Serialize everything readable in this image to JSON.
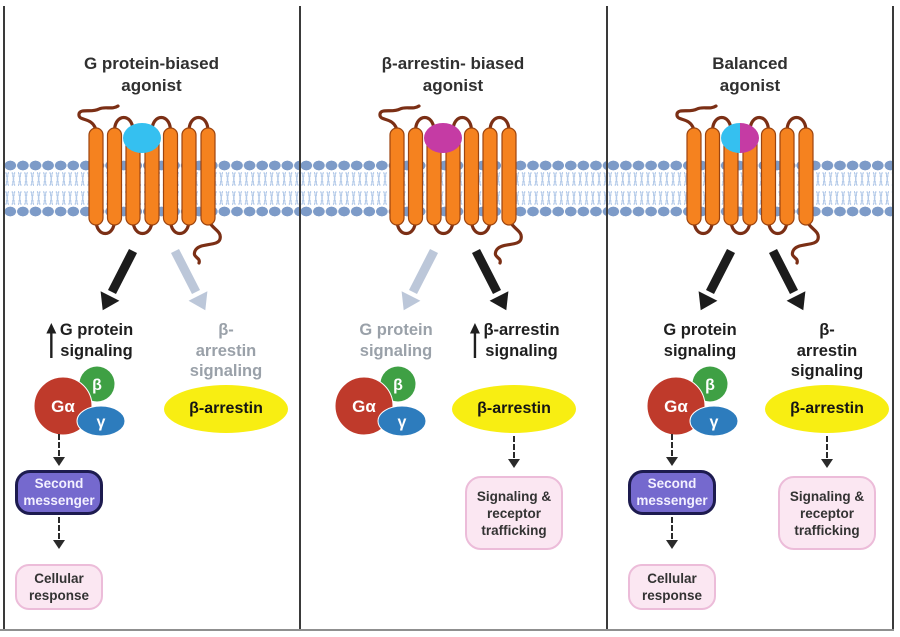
{
  "figure": {
    "panels": [
      {
        "title": "G protein-biased\nagonist",
        "g_pathway": {
          "label": "G protein\nsignaling",
          "increased": true,
          "state": "active"
        },
        "b_pathway": {
          "label": "β-arrestin\nsignaling",
          "increased": false,
          "state": "inactive"
        },
        "ligand": {
          "left": "#35c0f0",
          "right": "#35c0f0"
        },
        "g_protein": {
          "alpha": "Gα",
          "beta": "β",
          "gamma": "γ"
        },
        "b_arrestin": "β-arrestin",
        "second_messenger": "Second\nmessenger",
        "cellular_response": "Cellular\nresponse"
      },
      {
        "title": "β-arrestin- biased\nagonist",
        "g_pathway": {
          "label": "G protein\nsignaling",
          "increased": false,
          "state": "inactive"
        },
        "b_pathway": {
          "label": "β-arrestin\nsignaling",
          "increased": true,
          "state": "active"
        },
        "ligand": {
          "left": "#c53ba4",
          "right": "#c53ba4"
        },
        "g_protein": {
          "alpha": "Gα",
          "beta": "β",
          "gamma": "γ"
        },
        "b_arrestin": "β-arrestin",
        "trafficking": "Signaling &\nreceptor\ntrafficking"
      },
      {
        "title": "Balanced\nagonist",
        "g_pathway": {
          "label": "G protein\nsignaling",
          "increased": false,
          "state": "active"
        },
        "b_pathway": {
          "label": "β-arrestin\nsignaling",
          "increased": false,
          "state": "active"
        },
        "ligand": {
          "left": "#35c0f0",
          "right": "#c53ba4"
        },
        "g_protein": {
          "alpha": "Gα",
          "beta": "β",
          "gamma": "γ"
        },
        "b_arrestin": "β-arrestin",
        "second_messenger": "Second\nmessenger",
        "cellular_response": "Cellular\nresponse",
        "trafficking": "Signaling &\nreceptor\ntrafficking"
      }
    ],
    "colors": {
      "helix_orange": "#f5821f",
      "loop_brown": "#7b2f15",
      "membrane_head": "#7d9bc8",
      "membrane_tail": "#b5cbe9",
      "ligand_cyan": "#35c0f0",
      "ligand_magenta": "#c53ba4",
      "arrow_active": "#1c1c1c",
      "arrow_inactive": "#bcc7d9",
      "label_active": "#1f1f1f",
      "label_inactive": "#9aa1a9",
      "g_alpha_red": "#bf3a2b",
      "g_beta_green": "#3fa044",
      "g_gamma_blue": "#2d7cbd",
      "b_arrestin_yellow": "#f8ee12",
      "second_messenger_fill": "#7569ce",
      "second_messenger_border": "#1d1b4f",
      "response_box_fill": "#fbe7f2",
      "response_box_border": "#ecbcd9"
    }
  }
}
